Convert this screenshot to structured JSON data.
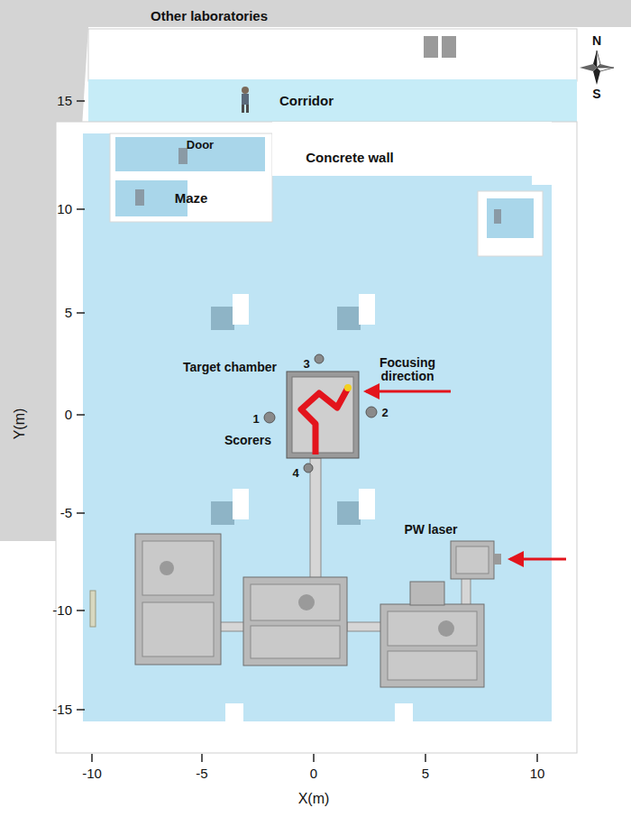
{
  "diagram": {
    "labels": [
      "Other laboratories",
      "N",
      "15",
      "Corridor",
      "S",
      "Door",
      "Concrete wall",
      "10",
      "Maze",
      "5",
      "3",
      "Target chamber",
      "Focusing direction",
      "Y(m)",
      "0",
      "1",
      "2",
      "Scorers",
      "4",
      "-5",
      "PW laser",
      "-10",
      "-15",
      "-10",
      "-5",
      "0",
      "5",
      "10",
      "X(m)"
    ]
  }
}
